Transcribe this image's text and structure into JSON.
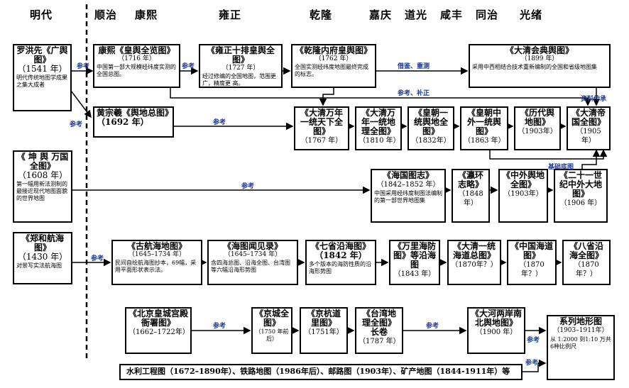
{
  "eras": [
    "明代",
    "顺治",
    "康熙",
    "雍正",
    "乾隆",
    "嘉庆",
    "道光",
    "咸丰",
    "同治",
    "光绪"
  ],
  "boxes": {
    "luohongxian": {
      "title": "罗洪先《广舆图》",
      "date": "（1541 年）",
      "note": "明代传统地图学成果之集大成者"
    },
    "kangxi": {
      "title": "康熙《皇舆全览图》",
      "date": "（1716 年）",
      "note": "中国第一部大规模经纬度实测的全国总图。"
    },
    "yongzheng": {
      "title": "《雍正十排皇舆全图》",
      "date": "（1727 年）",
      "note": "经过修编的全国地图，范围更广，精度更 高。"
    },
    "qianlong": {
      "title": "《乾隆内府皇舆图》",
      "date": "（1762 年）",
      "note": "全国实测经纬度地图最终完成的标志。"
    },
    "daqing_huidian": {
      "title": "《大清会典舆图》",
      "date": "（1899 年）",
      "note": "采用中西相结合技术重新编制的全国和省级地图集"
    },
    "huangzongxi": {
      "title": "黄宗羲《舆地总图》（1692 年）"
    },
    "daqing_wannian": {
      "title": "《大清万年一统天下全图》",
      "date": "（1767 年）"
    },
    "daqing_wannian_li": {
      "title": "《大清万年一统地理全图》",
      "date": "（1810 年）"
    },
    "huangchao_yitong": {
      "title": "《皇朝一统舆地全图》",
      "date": "（1832年）"
    },
    "huangchao_zhongwai": {
      "title": "《皇朝中外一统舆图》",
      "date": "（1863 年）"
    },
    "lidai_yudi": {
      "title": "《历代舆地图》",
      "date": "（1903年）"
    },
    "daqing_diguo": {
      "title": "《大清帝国全图》",
      "date": "（1905 年）"
    },
    "kunyu": {
      "title": "《 坤 舆 万国全图》",
      "date": "（1608 年）",
      "note": "第一幅用新法测制的最接近现代地图面貌的世界地图"
    },
    "haiguo": {
      "title": "《海国图志》",
      "date": "（1842–1852 年）",
      "note": "中国采用经纬度制图法编制的第一部世界地图集"
    },
    "yinghuan": {
      "title": "《瀛环志略》",
      "date": "（1848年）"
    },
    "zhongwai_yudi": {
      "title": "《中外舆地全图》",
      "date": "（1903年）"
    },
    "ershiyi": {
      "title": "《二十一世纪中外大地图》",
      "date": "（1906 年）"
    },
    "zhenghe": {
      "title": "《郑和航海图》",
      "date": "（1430 年）",
      "note": "对景写实法航海图"
    },
    "guhanghai": {
      "title": "《古航海地图》",
      "date": "（1645–1734 年）",
      "note": "民间自绘航海图抄本，69幅，采用平面形状表示法。"
    },
    "haitu_wenjian": {
      "title": "《海图闻见录》",
      "date": "（1645–1734 年）",
      "note": "含四海总图、沿海全图、台湾图等六幅沿海形势图"
    },
    "qisheng": {
      "title": "《七省沿海图》（1842 年）",
      "note": "多个版本的海防性质的沿海形势图"
    },
    "wanli": {
      "title": "《万里海防图》等沿海图",
      "date": "（1843 年）"
    },
    "daqing_haidao": {
      "title": "《大清一统海道总图》",
      "date": "（1870年？）"
    },
    "zhongguo_haidao": {
      "title": "《中国海道图》",
      "date": "（1870年？）"
    },
    "bashen": {
      "title": "《八省沿海全图》",
      "date": "（1870年？）"
    },
    "beijing": {
      "title": "《北京皇城宫殿衙署图》",
      "date": "（1662–1722年）"
    },
    "jingcheng": {
      "title": "《京城全图》",
      "date": "（1750 年前后）"
    },
    "jinghang": {
      "title": "《京杭道里图》",
      "date": "（1751年）"
    },
    "taiwan": {
      "title": "《台湾地理全图》长卷",
      "date": "（1787 年）"
    },
    "dahe": {
      "title": "《大河两岸南北舆地图》",
      "date": "（1900 年）"
    },
    "xilie": {
      "title": "系列地形图",
      "date": "（1903–1911年）",
      "note": "从 1:2000 到1:10 万共6种比例尺"
    },
    "shuili": {
      "title": "水利工程图（1672–1890年）、铁路地图（1986年后）、邮路图（1903年）、矿产地图（1844-1911年）等"
    }
  },
  "labels": {
    "ref": "参考",
    "jiejian": "借鉴、重测",
    "cankao_buzheng": "参考、补正",
    "ziliao": "资料传承",
    "jichu": "基础底图"
  }
}
